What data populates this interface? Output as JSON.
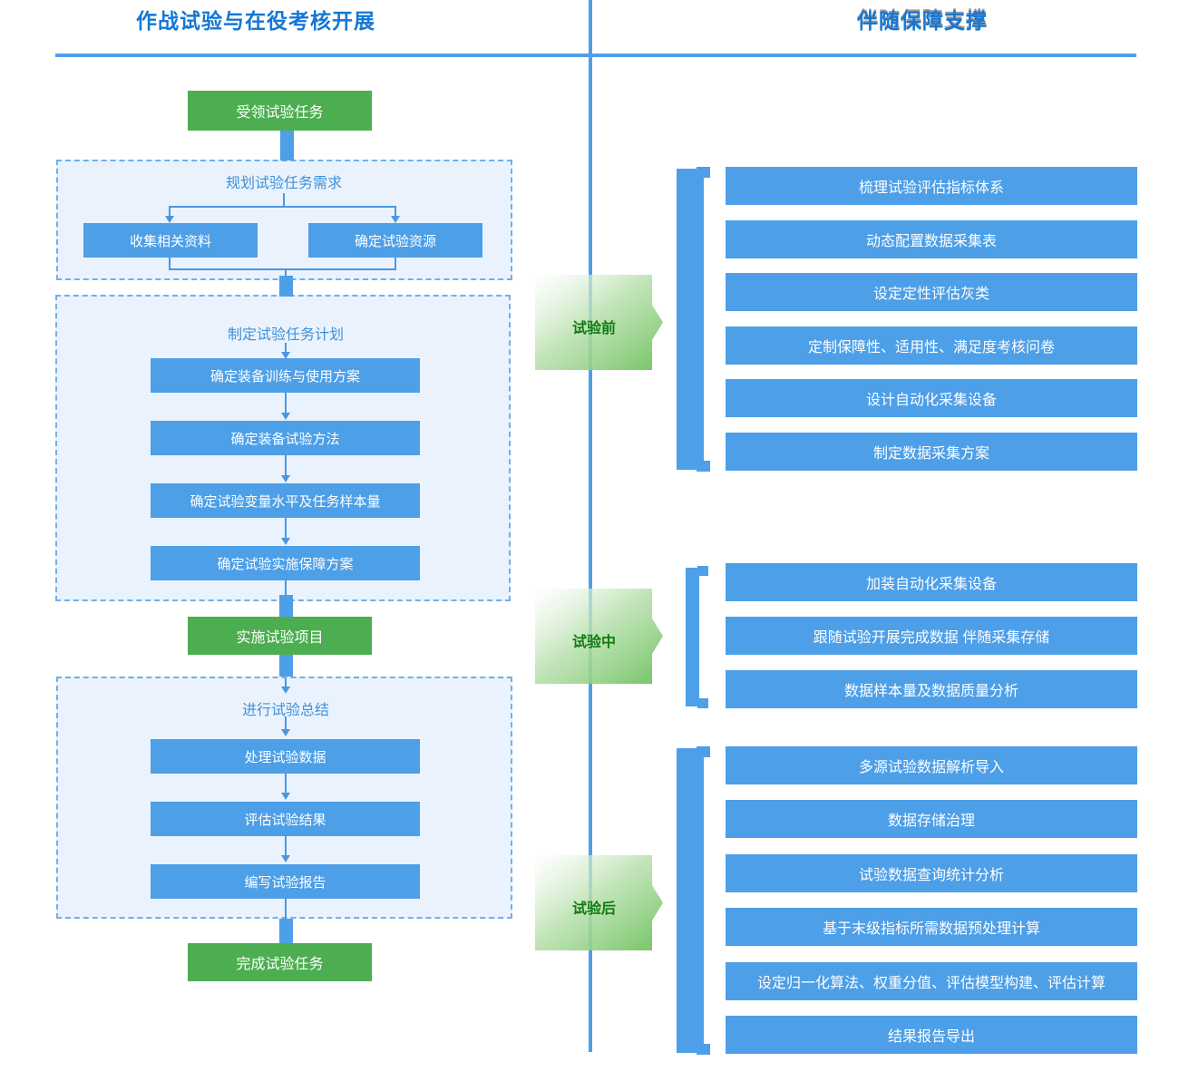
{
  "header": {
    "left_title": "作战试验与在役考核开展",
    "right_title": "伴随保障支撑"
  },
  "flow": {
    "start": "受领试验任务",
    "plan_group": {
      "label": "规划试验任务需求",
      "items": [
        "收集相关资料",
        "确定试验资源"
      ]
    },
    "task_plan_group": {
      "label": "制定试验任务计划",
      "items": [
        "确定装备训练与使用方案",
        "确定装备试验方法",
        "确定试验变量水平及任务样本量",
        "确定试验实施保障方案"
      ]
    },
    "implement": "实施试验项目",
    "summary_group": {
      "label": "进行试验总结",
      "items": [
        "处理试验数据",
        "评估试验结果",
        "编写试验报告"
      ]
    },
    "finish": "完成试验任务"
  },
  "phases": [
    {
      "label": "试验前",
      "items": [
        "梳理试验评估指标体系",
        "动态配置数据采集表",
        "设定定性评估灰类",
        "定制保障性、适用性、满足度考核问卷",
        "设计自动化采集设备",
        "制定数据采集方案"
      ]
    },
    {
      "label": "试验中",
      "items": [
        "加装自动化采集设备",
        "跟随试验开展完成数据 伴随采集存储",
        "数据样本量及数据质量分析"
      ]
    },
    {
      "label": "试验后",
      "items": [
        "多源试验数据解析导入",
        "数据存储治理",
        "试验数据查询统计分析",
        "基于末级指标所需数据预处理计算",
        "设定归一化算法、权重分值、评估模型构建、评估计算",
        "结果报告导出"
      ]
    }
  ],
  "colors": {
    "bar_blue": "#4d9fe8",
    "node_green": "#4cae50",
    "title_blue": "#1577d3",
    "line_blue": "#4a98e2",
    "container_fill": "#eaf3fd",
    "container_border": "#70b0e8",
    "phase_text_green": "#107c12",
    "divider_blue": "#4f9fe8"
  }
}
